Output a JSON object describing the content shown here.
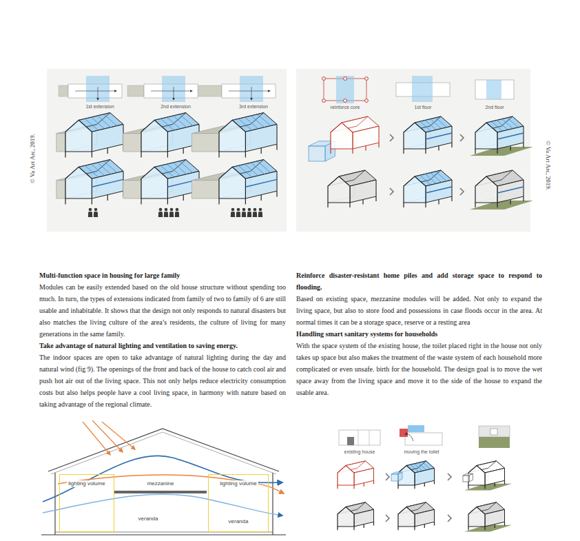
{
  "diagram": {
    "nodes": [
      {
        "text": [
          "lighting volume"
        ]
      },
      {
        "text": [
          "lighting volume"
        ]
      }
    ],
    "labels": [
      "© Va Art Arc, 2019.",
      "© Va Art Arc, 2019.",
      "1st extension",
      "2nd extension",
      "3rd extension",
      "reinforce core",
      "1st floor",
      "2nd floor",
      "Multi-function space in housing for large family",
      "Modules can be easily extended based on the old house structure without spending too much. In turn, the types of extensions indicated from family of two to family of 6 are still usable and inhabitable. It shows that the design not only responds to natural disasters but also matches the living culture of the area’s residents, the culture of living for many generations in the same family.",
      "Take advantage of natural lighting and ventilation to saving energy.",
      "The indoor spaces are open to take advantage of natural lighting during the day and natural wind (fig 9). The openings of the front and back of the house to catch cool air and push hot air out of the living space. This not only helps reduce electricity consumption costs but also helps people have a cool living space, in harmony with nature based on taking advantage of the regional climate.",
      "Reinforce disaster-resistant home piles and add storage space to respond to flooding.",
      "Based on existing space, mezzanine modules will be added. Not only to expand the living space, but also to store food and possessions in case floods occur in the area. At normal times it can be a storage space, reserve or a resting area",
      "Handling smart sanitary systems for households",
      "With the space system of the existing house, the toilet placed right in the house not only takes up space but also makes the treatment of the waste system of each household more complicated or even unsafe. birth for the household. The design goal is to move the wet space away from the living space and move it to the side of the house to expand the usable area.",
      "mezzanine",
      "veranda",
      "veranda",
      "existing house",
      "moving the toilet"
    ]
  }
}
